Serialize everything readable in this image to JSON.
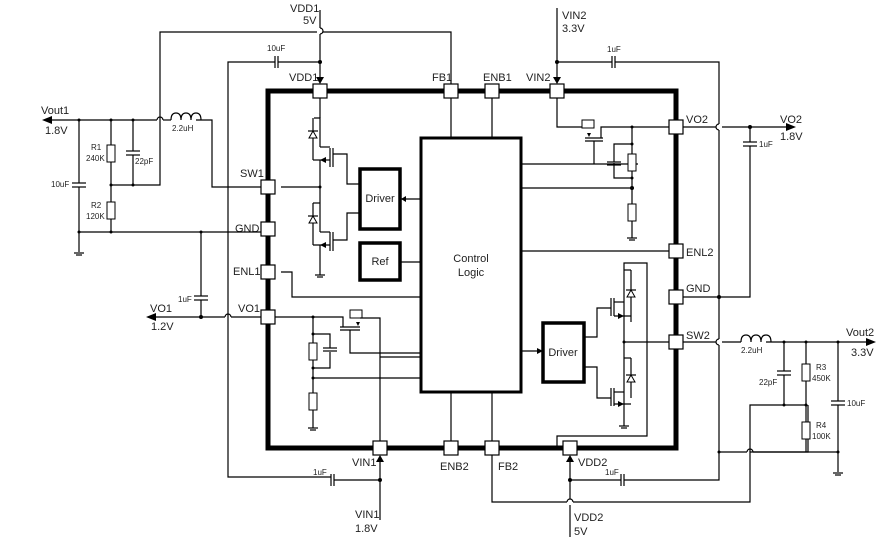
{
  "diagram": {
    "type": "dual-channel regulator schematic",
    "ic_blocks": {
      "control_logic": "Control\nLogic",
      "driver_1": "Driver",
      "driver_2": "Driver",
      "ref": "Ref"
    },
    "pins": {
      "vdd1": "VDD1",
      "fb1": "FB1",
      "enb1": "ENB1",
      "vin2": "VIN2",
      "vo2": "VO2",
      "enl2": "ENL2",
      "gnd_right": "GND",
      "sw2": "SW2",
      "vdd2": "VDD2",
      "fb2": "FB2",
      "enb2": "ENB2",
      "vin1": "VIN1",
      "vo1": "VO1",
      "enl1": "ENL1",
      "gnd_left": "GND",
      "sw1": "SW1"
    },
    "supplies": {
      "vdd1": {
        "name": "VDD1",
        "voltage": "5V"
      },
      "vin2": {
        "name": "VIN2",
        "voltage": "3.3V"
      },
      "vin1": {
        "name": "VIN1",
        "voltage": "1.8V"
      },
      "vdd2": {
        "name": "VDD2",
        "voltage": "5V"
      }
    },
    "outputs": {
      "vout1": {
        "name": "Vout1",
        "voltage": "1.8V"
      },
      "vo2": {
        "name": "VO2",
        "voltage": "1.8V"
      },
      "vo1": {
        "name": "VO1",
        "voltage": "1.2V"
      },
      "vout2": {
        "name": "Vout2",
        "voltage": "3.3V"
      }
    },
    "components": {
      "c_vdd1": "10uF",
      "c_vin2": "1uF",
      "l1": "2.2uH",
      "r1": {
        "ref": "R1",
        "value": "240K"
      },
      "r2": {
        "ref": "R2",
        "value": "120K"
      },
      "c_ff1": "22pF",
      "c_out1": "10uF",
      "c_vo1": "1uF",
      "c_vo2": "1uF",
      "l2": "2.2uH",
      "r3": {
        "ref": "R3",
        "value": "450K"
      },
      "r4": {
        "ref": "R4",
        "value": "100K"
      },
      "c_ff2": "22pF",
      "c_out2": "10uF",
      "c_vin1": "1uF",
      "c_vdd2": "1uF"
    }
  }
}
